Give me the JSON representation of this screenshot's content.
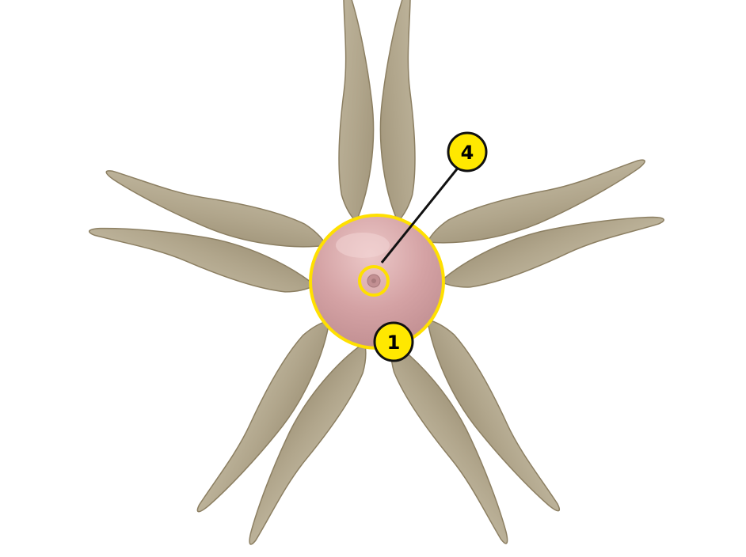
{
  "figure": {
    "colors": {
      "background": "#ffffff",
      "arm_fill": "#b2a890",
      "arm_edge": "#8c7f62",
      "disc_fill": "#d4a2a4",
      "disc_highlight": "#ecc8c8",
      "callout_fill": "#ffe800",
      "callout_stroke": "#111111",
      "outline_ring": "#ffe000"
    },
    "callouts": [
      {
        "label": "4",
        "target": "madreporite"
      },
      {
        "label": "1",
        "target": "central-disc"
      }
    ]
  }
}
